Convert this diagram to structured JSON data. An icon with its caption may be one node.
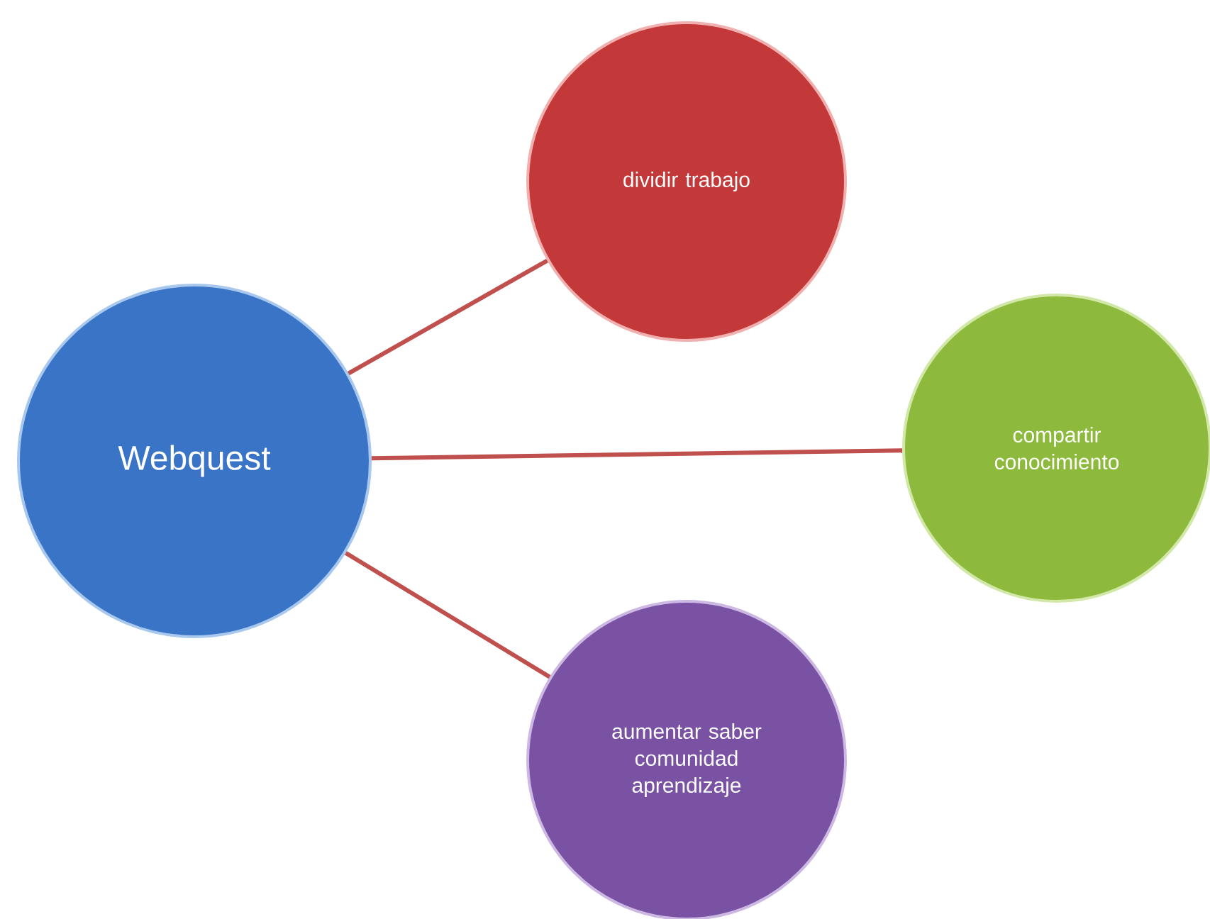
{
  "diagram": {
    "nodes": [
      {
        "text": [
          "Webquest"
        ]
      },
      {
        "text": [
          "dividir trabajo"
        ]
      },
      {
        "text": [
          "compartir conocimiento"
        ]
      },
      {
        "text": [
          "aumentar saber comunidad aprendizaje"
        ]
      }
    ],
    "edges": [
      {
        "from": 0,
        "to": 1,
        "arrow": "none"
      },
      {
        "from": 0,
        "to": 2,
        "arrow": "none"
      },
      {
        "from": 0,
        "to": 3,
        "arrow": "none"
      }
    ]
  }
}
